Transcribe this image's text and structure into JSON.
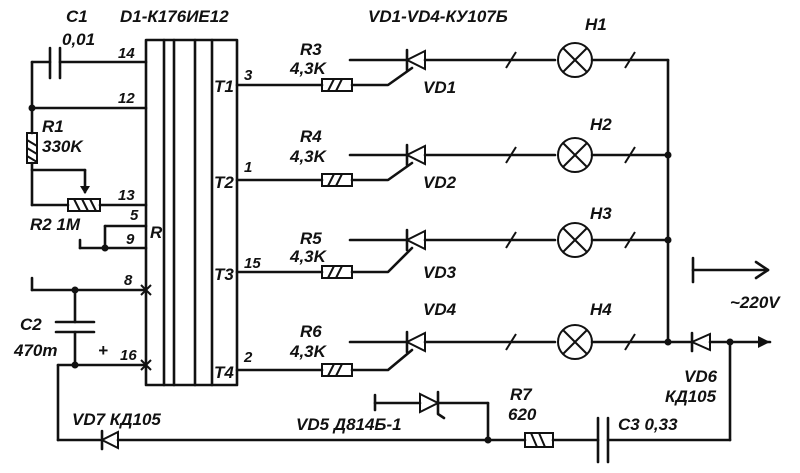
{
  "chip": {
    "title": "D1-К176ИЕ12",
    "pins_left": [
      "14",
      "12",
      "13",
      "5",
      "9",
      "8",
      "16"
    ],
    "reset_label": "R",
    "outputs": [
      "T1",
      "T2",
      "T3",
      "T4"
    ],
    "output_pins": [
      "3",
      "1",
      "15",
      "2"
    ]
  },
  "components": {
    "c1_name": "C1",
    "c1_value": "0,01",
    "r1_name": "R1",
    "r1_value": "330K",
    "r2_label": "R2 1M",
    "c2_name": "C2",
    "c2_value": "470m",
    "c2_polarity": "+",
    "vd_group": "VD1-VD4-КУ107Б",
    "vd7_label": "VD7 КД105",
    "vd5_label": "VD5 Д814Б-1",
    "r7_name": "R7",
    "r7_value": "620",
    "c3_label": "C3 0,33",
    "vd6_name": "VD6",
    "vd6_type": "КД105",
    "mains": "~220V"
  },
  "channels": [
    {
      "resistor": "R3",
      "resistor_value": "4,3K",
      "thyristor": "VD1",
      "lamp": "H1"
    },
    {
      "resistor": "R4",
      "resistor_value": "4,3K",
      "thyristor": "VD2",
      "lamp": "H2"
    },
    {
      "resistor": "R5",
      "resistor_value": "4,3K",
      "thyristor": "VD3",
      "lamp": "H3"
    },
    {
      "resistor": "R6",
      "resistor_value": "4,3K",
      "thyristor": "VD4",
      "lamp": "H4"
    }
  ]
}
